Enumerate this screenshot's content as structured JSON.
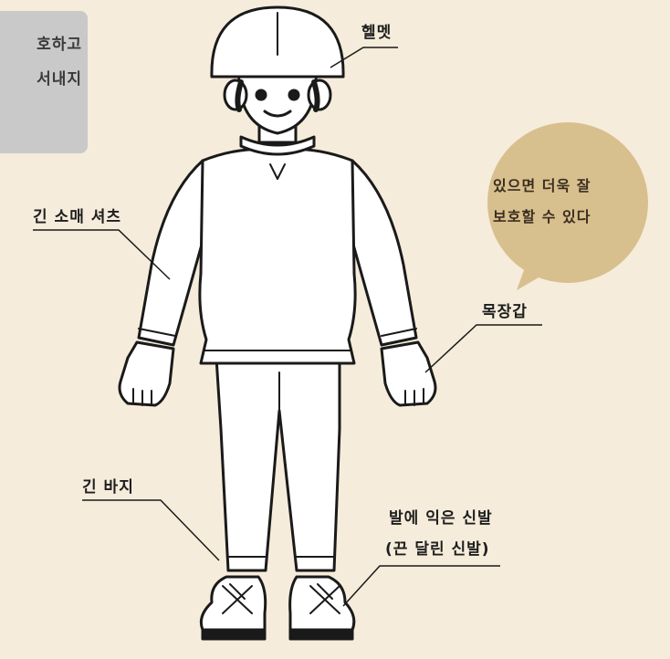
{
  "note": {
    "line1": "호하고",
    "line2": "서내지"
  },
  "labels": {
    "helmet": "헬멧",
    "shirt": "긴 소매 셔츠",
    "gloves": "목장갑",
    "pants": "긴 바지",
    "shoes_line1": "발에 익은 신발",
    "shoes_line2": "(끈 달린 신발)"
  },
  "bubble": {
    "line1": "있으면 더욱 잘",
    "line2": "보호할 수 있다"
  },
  "colors": {
    "background": "#f5ecdb",
    "note_box": "#c9c9c9",
    "bubble": "#d8bf8e",
    "outline": "#1a1a1a",
    "fill": "#ffffff"
  }
}
